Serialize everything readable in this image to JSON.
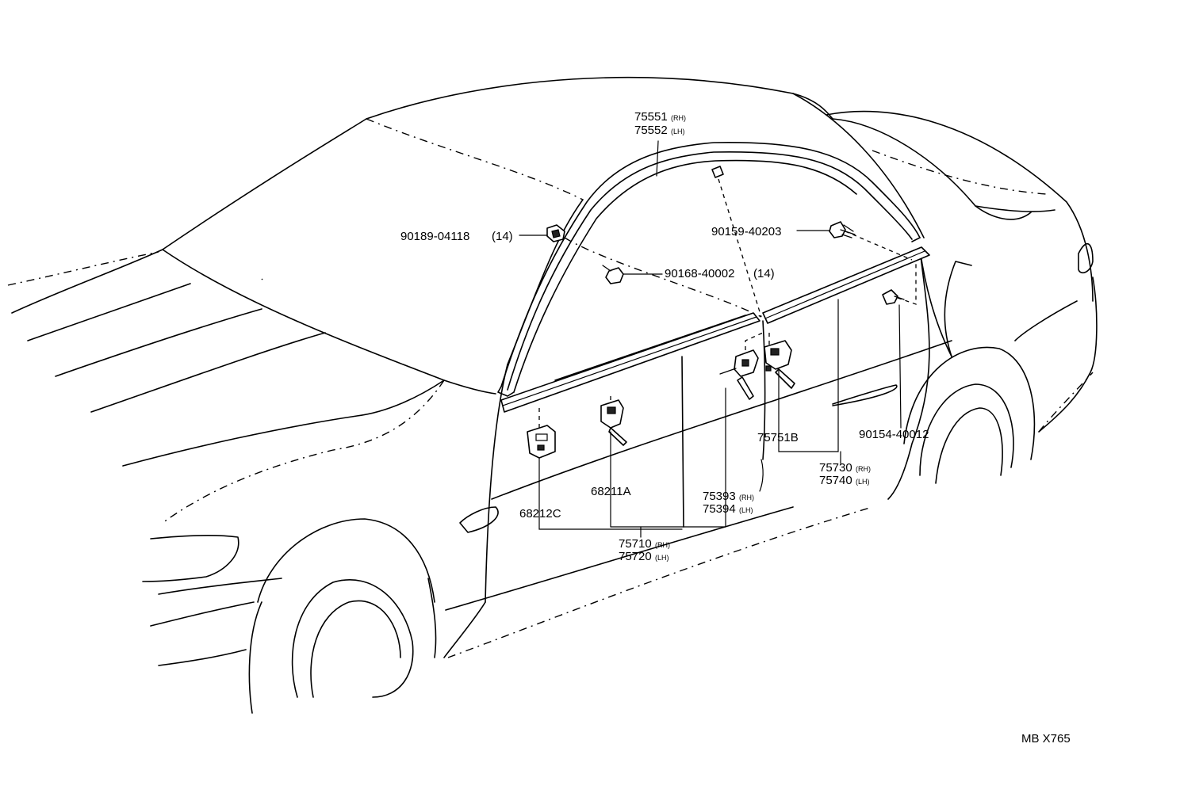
{
  "diagram": {
    "reference_code": "MB X765",
    "parts": [
      {
        "id": "p75551",
        "number": "75551",
        "side": "(RH)"
      },
      {
        "id": "p75552",
        "number": "75552",
        "side": "(LH)"
      },
      {
        "id": "p90189",
        "number": "90189-04118",
        "qty": "(14)"
      },
      {
        "id": "p90168",
        "number": "90168-40002",
        "qty": "(14)"
      },
      {
        "id": "p90159",
        "number": "90159-40203"
      },
      {
        "id": "p75751B",
        "number": "75751B"
      },
      {
        "id": "p90154",
        "number": "90154-40012"
      },
      {
        "id": "p75730",
        "number": "75730",
        "side": "(RH)"
      },
      {
        "id": "p75740",
        "number": "75740",
        "side": "(LH)"
      },
      {
        "id": "p68211A",
        "number": "68211A"
      },
      {
        "id": "p75393",
        "number": "75393",
        "side": "(RH)"
      },
      {
        "id": "p75394",
        "number": "75394",
        "side": "(LH)"
      },
      {
        "id": "p68212C",
        "number": "68212C"
      },
      {
        "id": "p75710",
        "number": "75710",
        "side": "(RH)"
      },
      {
        "id": "p75720",
        "number": "75720",
        "side": "(LH)"
      }
    ]
  }
}
